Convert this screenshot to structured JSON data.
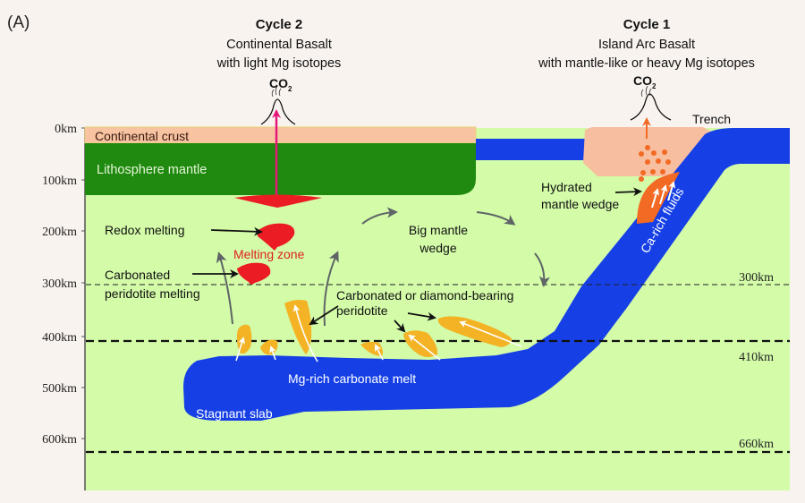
{
  "panel_label": "(A)",
  "colors": {
    "background": "#f8f3ef",
    "mantle": "#d3fba8",
    "lithosphere": "#1f8a0f",
    "continental_crust": "#f7c3a1",
    "arc_crust": "#f7bea0",
    "slab": "#1640e6",
    "melt_red": "#ec1c24",
    "hydrated_wedge": "#f26a23",
    "peridotite": "#f3b325",
    "cycle2_arrow": "#e6177a",
    "cycle1_arrow": "#f26a23",
    "flow_arrow": "#5f6466",
    "melting_zone_text": "#e02020"
  },
  "cycle2": {
    "title": "Cycle 2",
    "line1": "Continental Basalt",
    "line2": "with light Mg isotopes",
    "gas": "CO",
    "gas_sub": "2"
  },
  "cycle1": {
    "title": "Cycle 1",
    "line1": "Island Arc Basalt",
    "line2": "with mantle-like or heavy Mg isotopes",
    "gas": "CO",
    "gas_sub": "2"
  },
  "depth_axis": {
    "ticks": [
      "0km",
      "100km",
      "200km",
      "300km",
      "400km",
      "500km",
      "600km"
    ]
  },
  "discontinuities": [
    "300km",
    "410km",
    "660km"
  ],
  "labels": {
    "continental_crust": "Continental crust",
    "lithosphere_mantle": "Lithosphere mantle",
    "redox_melting": "Redox melting",
    "melting_zone": "Melting zone",
    "carbonated_1": "Carbonated",
    "carbonated_2": "peridotite melting",
    "big_mantle_1": "Big mantle",
    "big_mantle_2": "wedge",
    "diamond_1": "Carbonated or diamond-bearing",
    "diamond_2": "peridotite",
    "mg_melt": "Mg-rich carbonate melt",
    "stagnant_slab": "Stagnant slab",
    "trench": "Trench",
    "hydrated_1": "Hydrated",
    "hydrated_2": "mantle wedge",
    "ca_fluids": "Ca-rich fluids"
  }
}
